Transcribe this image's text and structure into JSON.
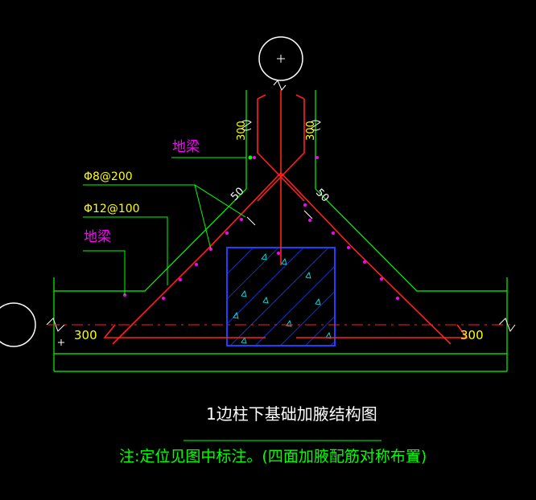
{
  "drawing": {
    "title": "1边柱下基础加腋结构图",
    "note": "注:定位见图中标注。(四面加腋配筋对称布置)"
  },
  "labels": {
    "ground_beam_top": "地梁",
    "ground_beam_left": "地梁",
    "stirrup_spec": "Φ8@200",
    "bar_spec": "Φ12@100",
    "dim_left_300": "300",
    "dim_right_300": "300",
    "dim_col_left_300": "300",
    "dim_col_right_300": "300",
    "dim_left_50": "50",
    "dim_right_50": "50"
  },
  "colors": {
    "background": "#000000",
    "outline": "#00ff00",
    "rebar": "#ff2020",
    "magenta_text": "#ff00ff",
    "column_hatch": "#2040ff",
    "leader": "#00ff00",
    "dimension_text": "#ffff00",
    "annotation_text": "#ffff00",
    "bar_dots": "#ff00ff",
    "marker_circle": "#ffffff"
  }
}
